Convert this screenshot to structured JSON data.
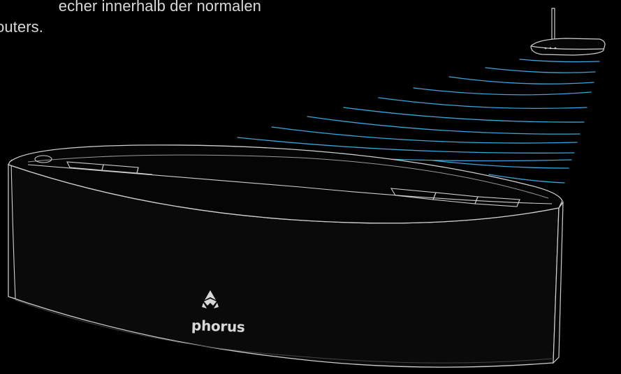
{
  "caption": {
    "line1": "echer innerhalb der normalen",
    "line2": "outers."
  },
  "brand": {
    "name": "phorus"
  },
  "colors": {
    "background": "#000000",
    "outline": "#cfcfcf",
    "wifi_waves": "#3aa6d9"
  },
  "icons": {
    "router": "wifi-router-icon",
    "logo": "phorus-logo-icon"
  }
}
